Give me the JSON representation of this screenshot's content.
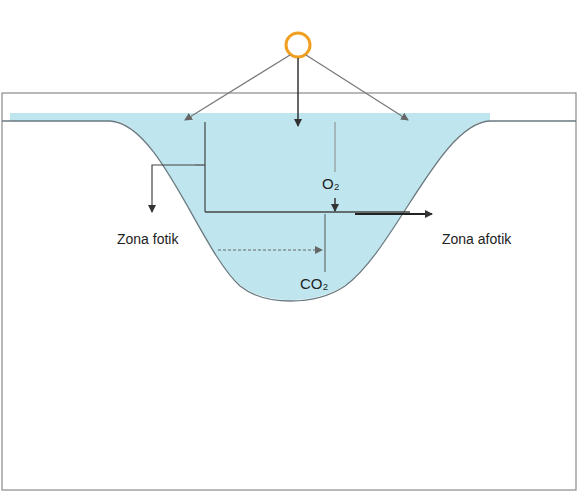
{
  "diagram": {
    "labels": [
      "Zona fotik",
      "O₂",
      "Zona afotik",
      "CO₂"
    ]
  }
}
